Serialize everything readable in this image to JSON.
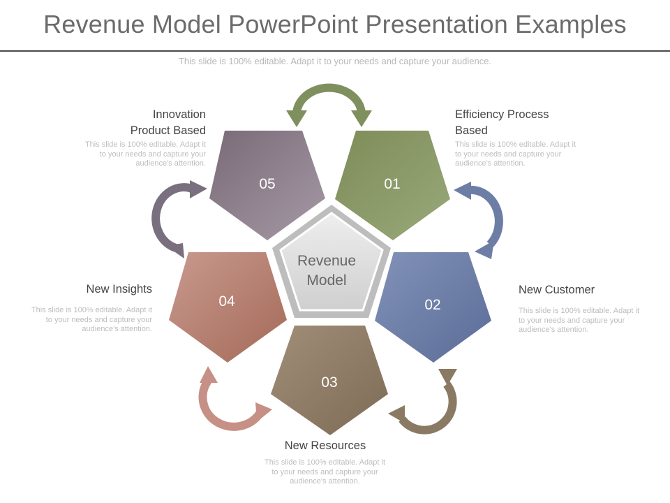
{
  "header": {
    "title": "Revenue Model PowerPoint Presentation Examples",
    "subtitle": "This slide is 100% editable. Adapt it to your needs and capture your audience."
  },
  "diagram": {
    "center_label_line1": "Revenue",
    "center_label_line2": "Model",
    "pentagons": [
      {
        "number": "01",
        "color": "#8a9a66"
      },
      {
        "number": "02",
        "color": "#6b7ea8"
      },
      {
        "number": "03",
        "color": "#8f7c66"
      },
      {
        "number": "04",
        "color": "#b47a6c"
      },
      {
        "number": "05",
        "color": "#8b7e8c"
      }
    ],
    "arrow_colors": [
      "#7f8f5e",
      "#6d7ea6",
      "#8a7a63",
      "#c69086",
      "#7a6f7e"
    ]
  },
  "items": {
    "efficiency": {
      "heading_line1": "Efficiency Process",
      "heading_line2": "Based",
      "description": "This slide is 100% editable. Adapt it to your needs and capture your audience's attention."
    },
    "new_customer": {
      "heading": "New Customer",
      "description": "This slide is 100% editable. Adapt it to your needs and capture your audience's attention."
    },
    "new_resources": {
      "heading": "New Resources",
      "description": "This slide is 100% editable. Adapt it to your needs and capture your audience's attention."
    },
    "new_insights": {
      "heading": "New Insights",
      "description": "This slide is 100% editable. Adapt it to your needs and capture your audience's attention."
    },
    "innovation": {
      "heading_line1": "Innovation",
      "heading_line2": "Product Based",
      "description": "This slide is 100% editable. Adapt it to your needs and capture your audience's attention."
    }
  }
}
